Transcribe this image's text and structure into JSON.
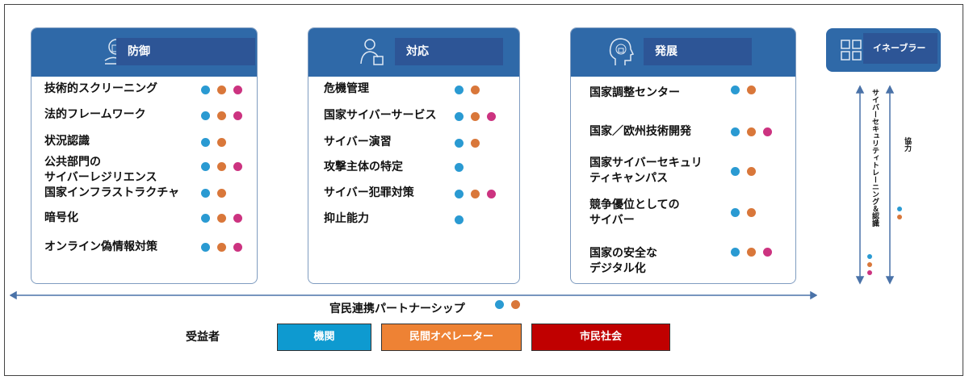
{
  "colors": {
    "header": "#2f69a8",
    "label": "#2d5596",
    "institutions": "#2a9ad2",
    "operators": "#d9773a",
    "civil": "#cc3380"
  },
  "panels": [
    {
      "title": "防御",
      "icon": "shield-hand-icon",
      "items": [
        {
          "label": "技術的スクリーニング",
          "dots": [
            "institutions",
            "operators",
            "civil"
          ]
        },
        {
          "label": "法的フレームワーク",
          "dots": [
            "institutions",
            "operators",
            "civil"
          ]
        },
        {
          "label": "状況認識",
          "dots": [
            "institutions",
            "operators"
          ]
        },
        {
          "label": "公共部門の\nサイバーレジリエンス",
          "dots": [
            "institutions",
            "operators",
            "civil"
          ]
        },
        {
          "label": "国家インフラストラクチャ",
          "dots": [
            "institutions",
            "operators"
          ]
        },
        {
          "label": "暗号化",
          "dots": [
            "institutions",
            "operators",
            "civil"
          ]
        },
        {
          "label": "オンライン偽情報対策",
          "dots": [
            "institutions",
            "operators",
            "civil"
          ]
        }
      ]
    },
    {
      "title": "対応",
      "icon": "person-lock-icon",
      "items": [
        {
          "label": "危機管理",
          "dots": [
            "institutions",
            "operators"
          ]
        },
        {
          "label": "国家サイバーサービス",
          "dots": [
            "institutions",
            "operators",
            "civil"
          ]
        },
        {
          "label": "サイバー演習",
          "dots": [
            "institutions",
            "operators"
          ]
        },
        {
          "label": "攻撃主体の特定",
          "dots": [
            "institutions"
          ]
        },
        {
          "label": "サイバー犯罪対策",
          "dots": [
            "institutions",
            "operators",
            "civil"
          ]
        },
        {
          "label": "抑止能力",
          "dots": [
            "institutions"
          ]
        }
      ]
    },
    {
      "title": "発展",
      "icon": "head-lock-icon",
      "items": [
        {
          "label": "国家調整センター",
          "dots": [
            "institutions",
            "operators"
          ]
        },
        {
          "label": "国家／欧州技術開発",
          "dots": [
            "institutions",
            "operators",
            "civil"
          ]
        },
        {
          "label": "国家サイバーセキュリ\nティキャンパス",
          "dots": [
            "institutions",
            "operators"
          ]
        },
        {
          "label": "競争優位としての\nサイバー",
          "dots": [
            "institutions",
            "operators"
          ]
        },
        {
          "label": "国家の安全な\nデジタル化",
          "dots": [
            "institutions",
            "operators",
            "civil"
          ]
        }
      ]
    }
  ],
  "enabler": {
    "title": "イネーブラー",
    "icon": "grid-icon",
    "training": "サイバーセキュリティトレーニング＆認識",
    "training_dots": [
      "institutions",
      "operators",
      "civil"
    ],
    "cooperation": "協力",
    "cooperation_dots": [
      "institutions",
      "operators"
    ]
  },
  "partnership": {
    "label": "官民連携パートナーシップ",
    "dots": [
      "institutions",
      "operators"
    ]
  },
  "beneficiaries": {
    "label": "受益者",
    "items": [
      {
        "key": "institutions",
        "label": "機関",
        "color": "#0e9ad0"
      },
      {
        "key": "operators",
        "label": "民間オペレーター",
        "color": "#ee8234"
      },
      {
        "key": "civil",
        "label": "市民社会",
        "color": "#c00000"
      }
    ]
  }
}
